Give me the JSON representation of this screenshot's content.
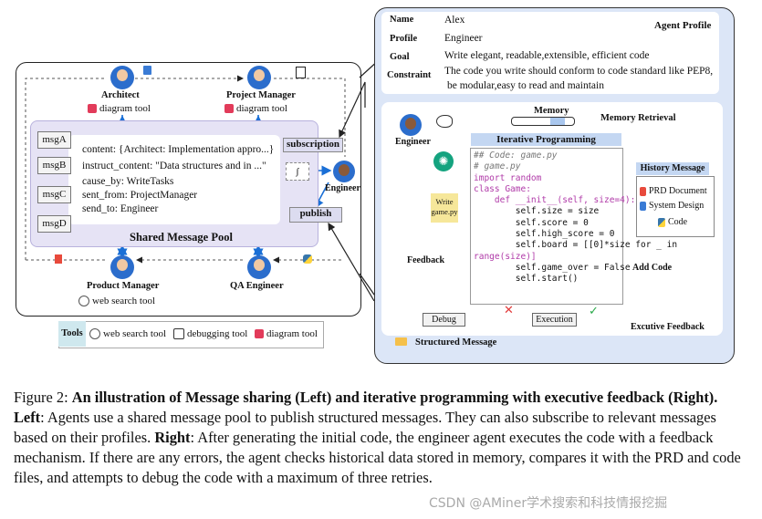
{
  "left": {
    "architect": {
      "name": "Architect",
      "tool": "diagram tool"
    },
    "project_manager": {
      "name": "Project Manager",
      "tool": "diagram tool"
    },
    "product_manager": {
      "name": "Product Manager",
      "tool": "web search tool"
    },
    "qa_engineer": {
      "name": "QA Engineer"
    },
    "engineer": {
      "name": "Engineer"
    },
    "pool_title": "Shared Message Pool",
    "messages": [
      "msgA",
      "msgB",
      "msgC",
      "msgD"
    ],
    "message_lines": [
      "content: {Architect: Implementation appro...}",
      "instruct_content: \"Data structures and in ...\"",
      "cause_by: WriteTasks",
      "sent_from: ProjectManager",
      "send_to: Engineer"
    ],
    "subscription": "subscription",
    "publish": "publish",
    "tools_label": "Tools",
    "tools": [
      "web search tool",
      "debugging tool",
      "diagram tool"
    ]
  },
  "right": {
    "profile_title": "Agent Profile",
    "profile": [
      {
        "key": "Name",
        "value": "Alex"
      },
      {
        "key": "Profile",
        "value": "Engineer"
      },
      {
        "key": "Goal",
        "value": "Write elegant, readable,extensible, efficient code"
      },
      {
        "key": "Constraint",
        "value": "The code you write should conform to code standard like PEP8,"
      },
      {
        "key": "",
        "value": "be modular,easy to read and maintain"
      }
    ],
    "engineer": "Engineer",
    "memory": "Memory",
    "memory_retrieval": "Memory Retrieval",
    "iterative": "Iterative Programming",
    "history": "History Message",
    "history_items": [
      "PRD Document",
      "System Design",
      "Code"
    ],
    "write_file": "Write game.py",
    "feedback": "Feedback",
    "add_code": "Add Code",
    "debug": "Debug",
    "execution": "Execution",
    "exec_feedback": "Excutive Feedback",
    "structured": "Structured Message",
    "code_lines": [
      "## Code: game.py",
      "# game.py",
      "import random",
      "",
      "class Game:",
      "    def __init__(self, size=4):",
      "        self.size = size",
      "        self.score = 0",
      "        self.high_score = 0",
      "        self.board = [[0]*size for _ in",
      "range(size)]",
      "        self.game_over = False",
      "        self.start()"
    ]
  },
  "caption": {
    "fig": "Figure 2: ",
    "title": "An illustration of Message sharing (Left) and iterative programming with executive feedback (Right).",
    "left_b": "Left",
    "left_t": ": Agents use a shared message pool to publish structured messages. They can also subscribe to relevant messages based on their profiles.",
    "right_b": "Right",
    "right_t": ": After generating the initial code, the engineer agent executes the code with a feedback mechanism. If there are any errors, the agent checks historical data stored in memory, compares it with the PRD and code files, and attempts to debug the code with a maximum of three retries.",
    "watermark": "CSDN @AMiner学术搜索和科技情报挖掘"
  }
}
